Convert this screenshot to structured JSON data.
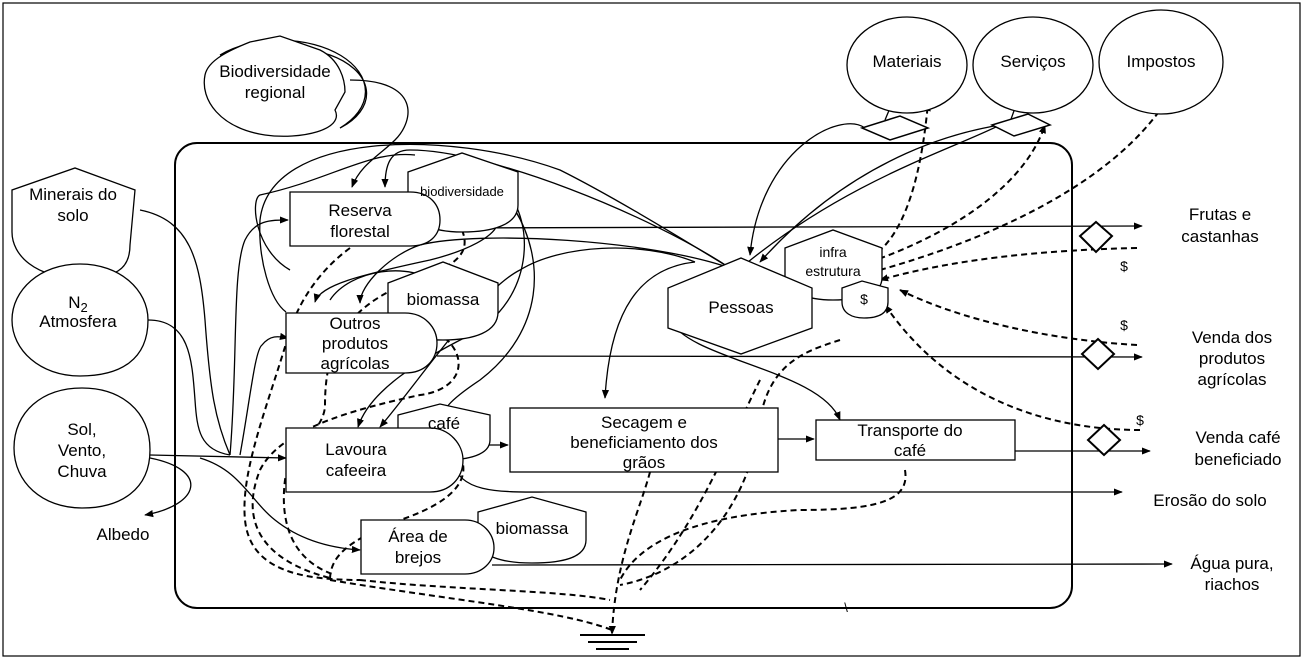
{
  "sources": {
    "biodiversidade_regional": [
      "Biodiversidade",
      "regional"
    ],
    "minerais_do_solo": [
      "Minerais do",
      "solo"
    ],
    "n2": {
      "main": "N",
      "sub": "2",
      "line2": "Atmosfera"
    },
    "sol_vento_chuva": [
      "Sol,",
      "Vento,",
      "Chuva"
    ],
    "materiais": "Materiais",
    "servicos": "Serviços",
    "impostos": "Impostos"
  },
  "producers": {
    "reserva_florestal": [
      "Reserva",
      "florestal"
    ],
    "outros_produtos": [
      "Outros",
      "produtos",
      "agrícolas"
    ],
    "lavoura_cafeeira": [
      "Lavoura",
      "cafeeira"
    ],
    "area_de_brejos": [
      "Área de",
      "brejos"
    ]
  },
  "storages": {
    "biodiversidade": "biodiversidade",
    "biomassa_1": "biomassa",
    "cafe": "café",
    "biomassa_2": "biomassa",
    "infra_estrutura": [
      "infra",
      "estrutura"
    ]
  },
  "processes": {
    "secagem": [
      "Secagem e",
      "beneficiamento dos",
      "grãos"
    ],
    "transporte": [
      "Transporte do",
      "café"
    ]
  },
  "consumer": {
    "pessoas": "Pessoas"
  },
  "money": {
    "symbol": "$"
  },
  "outputs": {
    "frutas": [
      "Frutas e",
      "castanhas"
    ],
    "venda_produtos": [
      "Venda dos",
      "produtos",
      "agrícolas"
    ],
    "venda_cafe": [
      "Venda café",
      "beneficiado"
    ],
    "erosao": "Erosão do solo",
    "agua": [
      "Água pura,",
      "riachos"
    ],
    "albedo": "Albedo"
  },
  "stray_mark": "\\"
}
